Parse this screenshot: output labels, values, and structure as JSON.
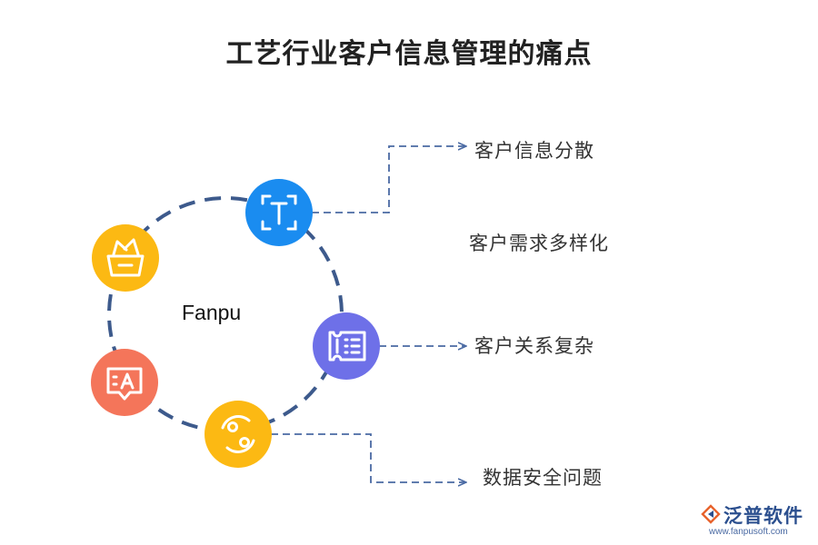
{
  "title": "工艺行业客户信息管理的痛点",
  "center_label": "Fanpu",
  "nodes": [
    {
      "name": "text-scan",
      "icon": "text-scan-icon",
      "color": "#1a8cf0"
    },
    {
      "name": "basket",
      "icon": "basket-icon",
      "color": "#fcb913"
    },
    {
      "name": "ticket-list",
      "icon": "ticket-list-icon",
      "color": "#6e70e8"
    },
    {
      "name": "chat-a",
      "icon": "chat-a-icon",
      "color": "#f4755a"
    },
    {
      "name": "circle-cycle",
      "icon": "circle-cycle-icon",
      "color": "#fcb913"
    }
  ],
  "pain_points": [
    {
      "label": "客户信息分散"
    },
    {
      "label": "客户需求多样化"
    },
    {
      "label": "客户关系复杂"
    },
    {
      "label": "数据安全问题"
    }
  ],
  "logo": {
    "name": "泛普软件",
    "url": "www.fanpusoft.com"
  },
  "colors": {
    "ring": "#3d5a8c",
    "connector": "#4a6aa3",
    "title": "#222222"
  }
}
